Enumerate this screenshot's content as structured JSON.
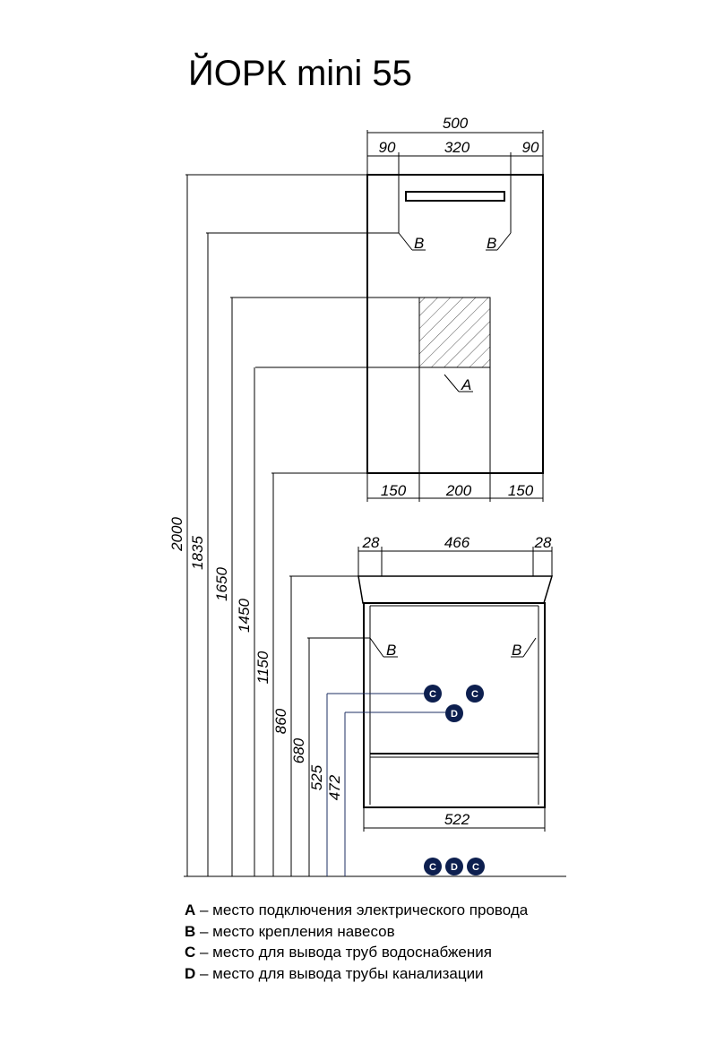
{
  "title": "ЙОРК mini 55",
  "cabinet_dims": {
    "total_width": "500",
    "left_offset": "90",
    "mount_span": "320",
    "right_offset": "90",
    "bottom_left": "150",
    "bottom_center": "200",
    "bottom_right": "150"
  },
  "vanity_dims": {
    "left_edge": "28",
    "inner_width": "466",
    "right_edge": "28",
    "body_width": "522"
  },
  "heights": [
    "2000",
    "1835",
    "1650",
    "1450",
    "1150",
    "860",
    "680",
    "525",
    "472"
  ],
  "tags": {
    "a": "A",
    "b": "B",
    "c": "C",
    "d": "D"
  },
  "legend": [
    {
      "key": "A",
      "text": " – место подключения электрического провода"
    },
    {
      "key": "B",
      "text": " – место крепления навесов"
    },
    {
      "key": "C",
      "text": " – место для вывода труб водоснабжения"
    },
    {
      "key": "D",
      "text": " – место для вывода трубы канализации"
    }
  ],
  "colors": {
    "badge": "#0d1f4f",
    "line": "#000000",
    "accent_line": "#1e2f63"
  }
}
